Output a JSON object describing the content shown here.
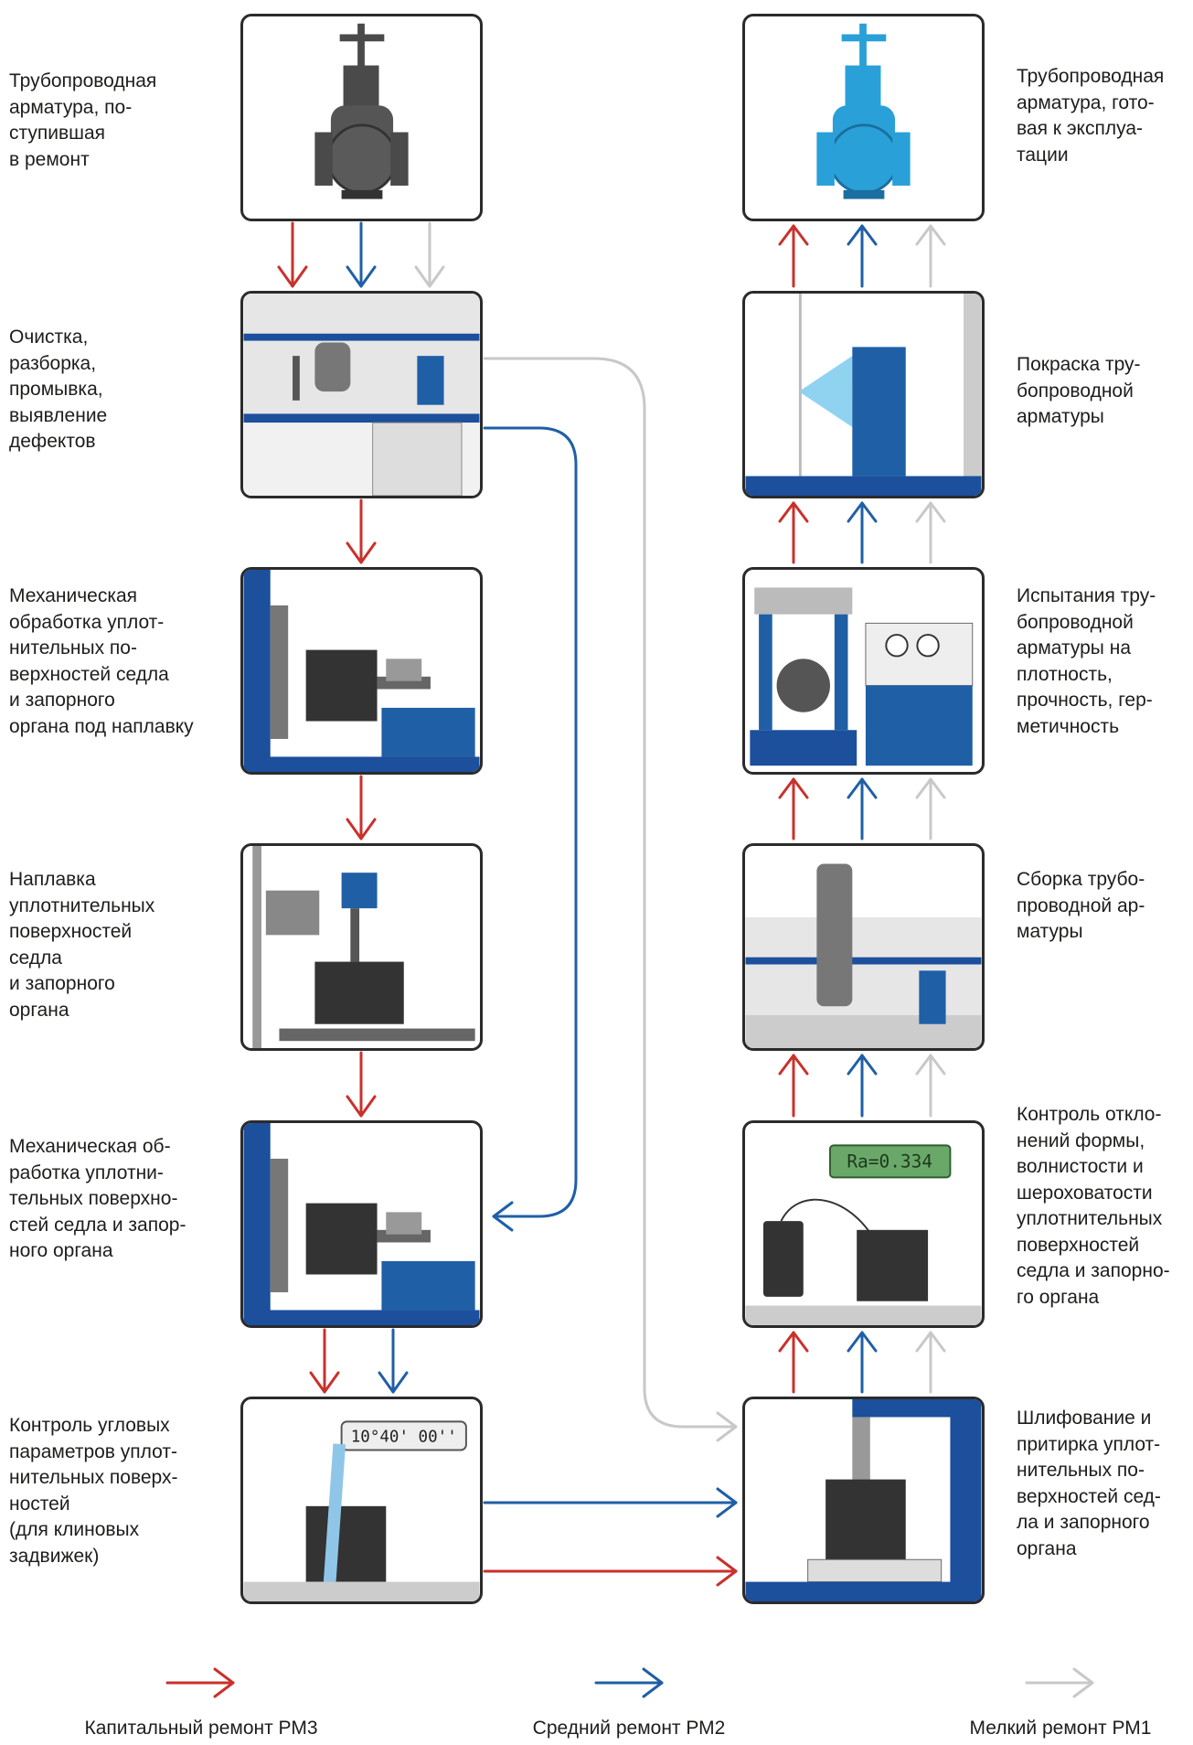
{
  "colors": {
    "capital": "#c9312c",
    "medium": "#1f5fa6",
    "minor": "#c8c8c8",
    "valve_dark": "#4a4a4a",
    "valve_ready": "#2aa0d8",
    "blue_stripe": "#1c4f9c"
  },
  "left_column": [
    {
      "id": "incoming",
      "label": "Трубопроводная\nарматура, по-\nступившая\nв ремонт",
      "icon": "gate-valve-icon"
    },
    {
      "id": "cleaning",
      "label": "Очистка,\nразборка,\nпромывка,\nвыявление\nдефектов",
      "icon": "workbench-icon"
    },
    {
      "id": "machining1",
      "label": "Механическая\nобработка уплот-\nнительных по-\nверхностей седла\nи запорного\nоргана под наплавку",
      "icon": "lathe-icon"
    },
    {
      "id": "surfacing",
      "label": "Наплавка\nуплотнительных\nповерхностей\nседла\nи запорного\nоргана",
      "icon": "welding-icon"
    },
    {
      "id": "machining2",
      "label": "Механическая об-\nработка уплотни-\nтельных поверхно-\nстей седла и запор-\nного органа",
      "icon": "lathe-icon"
    },
    {
      "id": "angle_control",
      "label": "Контроль угловых\nпараметров уплот-\nнительных поверх-\nностей\n(для клиновых\nзадвижек)",
      "icon": "angle-gauge-icon",
      "display": "10°40' 00''"
    }
  ],
  "right_column": [
    {
      "id": "ready",
      "label": "Трубопроводная\nарматура, гото-\nвая к эксплуа-\nтации",
      "icon": "gate-valve-icon"
    },
    {
      "id": "painting",
      "label": "Покраска тру-\nбопроводной\nарматуры",
      "icon": "spray-icon"
    },
    {
      "id": "testing",
      "label": "Испытания тру-\nбопроводной\nарматуры на\nплотность,\nпрочность, гер-\nметичность",
      "icon": "test-press-icon"
    },
    {
      "id": "assembly",
      "label": "Сборка трубо-\nпроводной ар-\nматуры",
      "icon": "workbench-icon"
    },
    {
      "id": "roughness",
      "label": "Контроль откло-\nнений формы,\nволнистости и\nшероховатости\nуплотнительных\nповерхностей\nседла и запорно-\nго  органа",
      "icon": "profilometer-icon",
      "display": "Ra=0.334"
    },
    {
      "id": "grinding",
      "label": "Шлифование и\nпритирка уплот-\nнительных по-\nверхностей сед-\nла и запорного\nоргана",
      "icon": "grinding-icon"
    }
  ],
  "legend": [
    {
      "label": "Капитальный ремонт РМ3",
      "color": "#c9312c"
    },
    {
      "label": "Средний ремонт РМ2",
      "color": "#1f5fa6"
    },
    {
      "label": "Мелкий ремонт РМ1",
      "color": "#c8c8c8"
    }
  ]
}
